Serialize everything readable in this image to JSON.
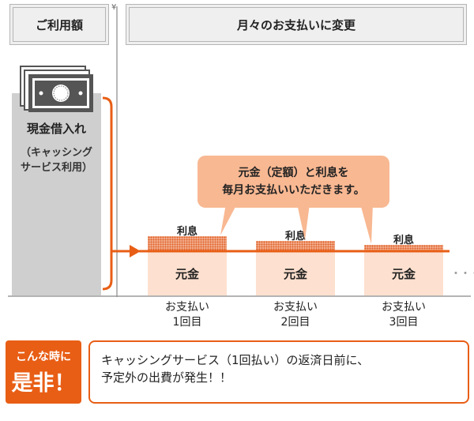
{
  "headers": {
    "left": "ご利用額",
    "right": "月々のお支払いに変更"
  },
  "axis": {
    "yen_symbol": "¥"
  },
  "left_column": {
    "title": "現金借入れ",
    "subtitle_line1": "（キャッシング",
    "subtitle_line2": "サービス利用）"
  },
  "callout": {
    "line1": "元金（定額）と利息を",
    "line2": "毎月お支払いいただきます。"
  },
  "payments": [
    {
      "interest": "利息",
      "principal": "元金",
      "label_line1": "お支払い",
      "label_line2": "1回目"
    },
    {
      "interest": "利息",
      "principal": "元金",
      "label_line1": "お支払い",
      "label_line2": "2回目"
    },
    {
      "interest": "利息",
      "principal": "元金",
      "label_line1": "お支払い",
      "label_line2": "3回目"
    }
  ],
  "continuation": "・・・",
  "badge": {
    "top": "こんな時に",
    "big": "是非！"
  },
  "scenario": {
    "line1": "キャッシングサービス（1回払い）の返済日前に、",
    "line2": "予定外の出費が発生！！"
  },
  "colors": {
    "accent": "#e85e15",
    "principal_fill": "#fde0cf",
    "callout_fill": "#f8b892",
    "left_column_fill": "#cfcfcf",
    "header_fill": "#efefef"
  }
}
